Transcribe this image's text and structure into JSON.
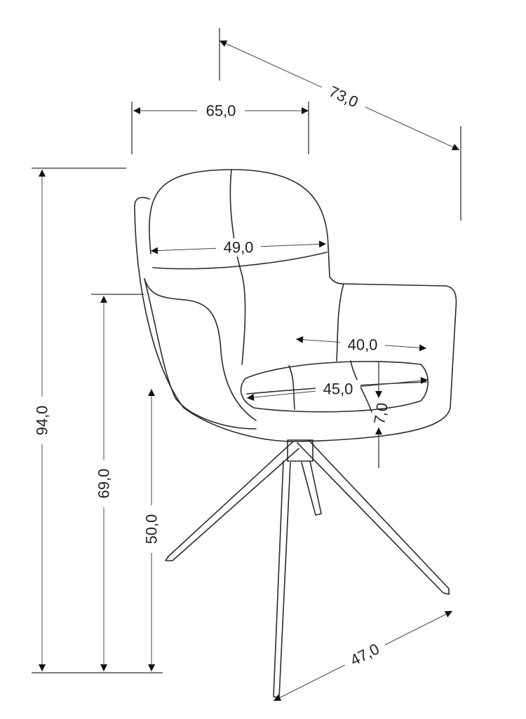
{
  "diagram": {
    "subject": "chair",
    "units": "cm",
    "dimensions": {
      "depth": "73,0",
      "width": "65,0",
      "total_height": "94,0",
      "back_width": "49,0",
      "armrest_height": "69,0",
      "seat_depth": "40,0",
      "seat_width": "45,0",
      "seat_thickness": "7,0",
      "seat_height": "50,0",
      "base_width": "47,0"
    },
    "colors": {
      "line": "#2a2a2a",
      "background": "#ffffff"
    }
  }
}
